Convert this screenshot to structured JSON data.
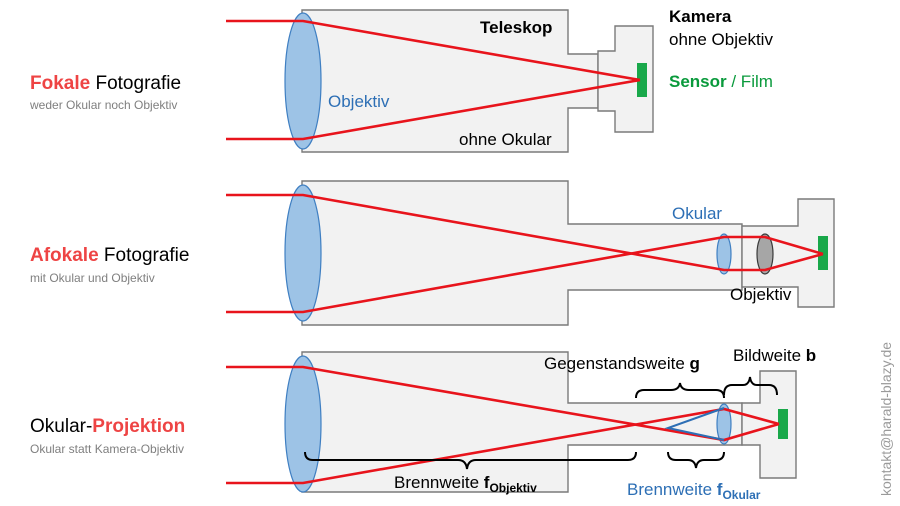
{
  "colors": {
    "ray": "#e8141c",
    "lens": "#9dc3e6",
    "lens_stroke": "#3f7fc2",
    "sensor": "#19a84a",
    "accent_red": "#ee4444",
    "blue_text": "#2d6fb5",
    "green_text": "#0a9a3c",
    "frame_fill": "#f2f2f2",
    "frame_stroke": "#7a7a7a",
    "camera_lens_fill": "#a6a6a6"
  },
  "section1": {
    "title_highlight": "Fokale",
    "title_rest": " Fotografie",
    "subtitle": "weder Okular noch Objektiv",
    "telescope_label": "Teleskop",
    "camera_label_1": "Kamera",
    "camera_label_2": "ohne Objektiv",
    "sensor_label": "Sensor",
    "film_label": " / Film",
    "objective_label": "Objektiv",
    "no_eyepiece_label": "ohne Okular"
  },
  "section2": {
    "title_highlight": "Afokale",
    "title_rest": " Fotografie",
    "subtitle": "mit Okular und Objektiv",
    "eyepiece_label": "Okular",
    "camera_objective_label": "Objektiv"
  },
  "section3": {
    "title_prefix": "Okular-",
    "title_highlight": "Projektion",
    "subtitle": "Okular statt Kamera-Objektiv",
    "object_distance_label": "Gegenstandsweite ",
    "object_distance_symbol": "g",
    "image_distance_label": "Bildweite ",
    "image_distance_symbol": "b",
    "focal_obj_label": "Brennweite ",
    "focal_obj_symbol": "f",
    "focal_obj_subscript": "Objektiv",
    "focal_ocular_label": "Brennweite ",
    "focal_ocular_symbol": "f",
    "focal_ocular_subscript": "Okular"
  },
  "watermark": "kontakt@harald-blazy.de"
}
